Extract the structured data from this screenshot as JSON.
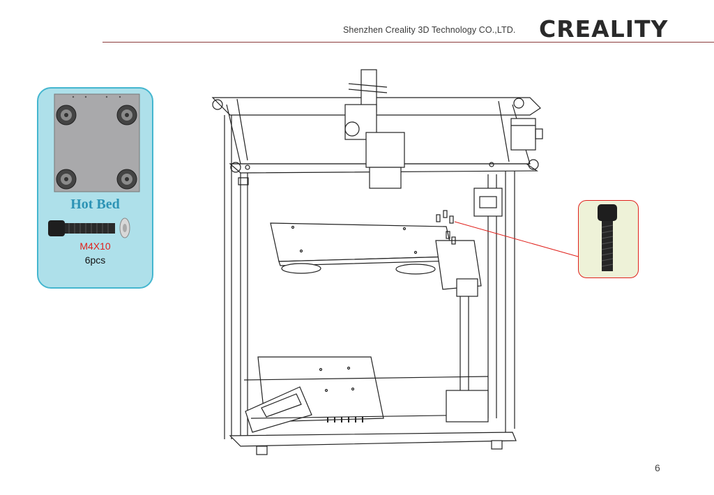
{
  "header": {
    "company": "Shenzhen Creality 3D Technology CO.,LTD.",
    "logo": "CREALITY"
  },
  "parts_card": {
    "part_name": "Hot Bed",
    "screw_spec": "M4X10",
    "quantity": "6pcs"
  },
  "page": {
    "number": "6"
  },
  "colors": {
    "header_rule": "#8b3a3a",
    "card_background": "#aee0ea",
    "card_border": "#44b6cf",
    "part_name_text": "#2d93b5",
    "spec_text": "#e0201b",
    "callout_line": "#e0201b",
    "zoom_background": "#eef2d8"
  }
}
